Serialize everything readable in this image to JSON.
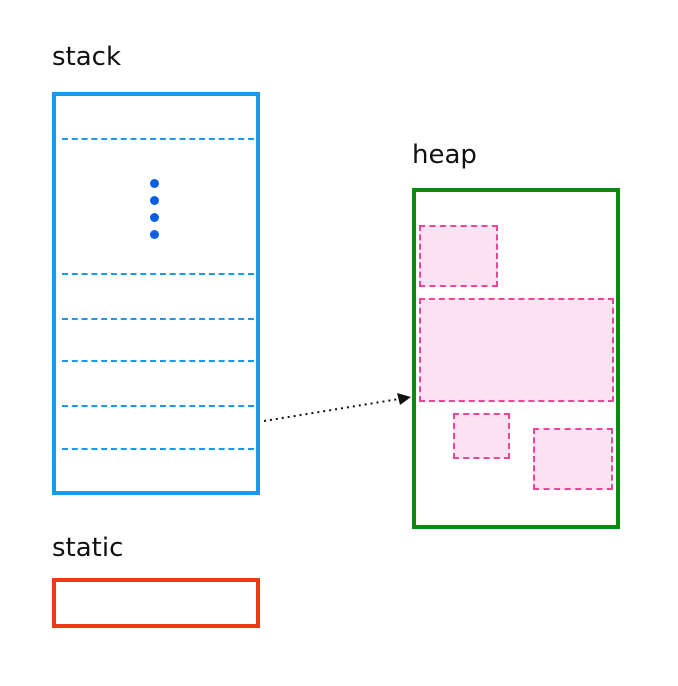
{
  "labels": {
    "stack": "stack",
    "heap": "heap",
    "static": "static"
  },
  "colors": {
    "stack": "#1a9ae8",
    "heap": "#0b8a10",
    "static": "#ee3a14",
    "heap_block_fill": "#fde3f2",
    "heap_block_border": "#e8479a",
    "ellipsis_dots": "#0b5ee6",
    "pointer": "#111111"
  },
  "stack": {
    "ellipsis_icon": "vertical-ellipsis-icon"
  }
}
